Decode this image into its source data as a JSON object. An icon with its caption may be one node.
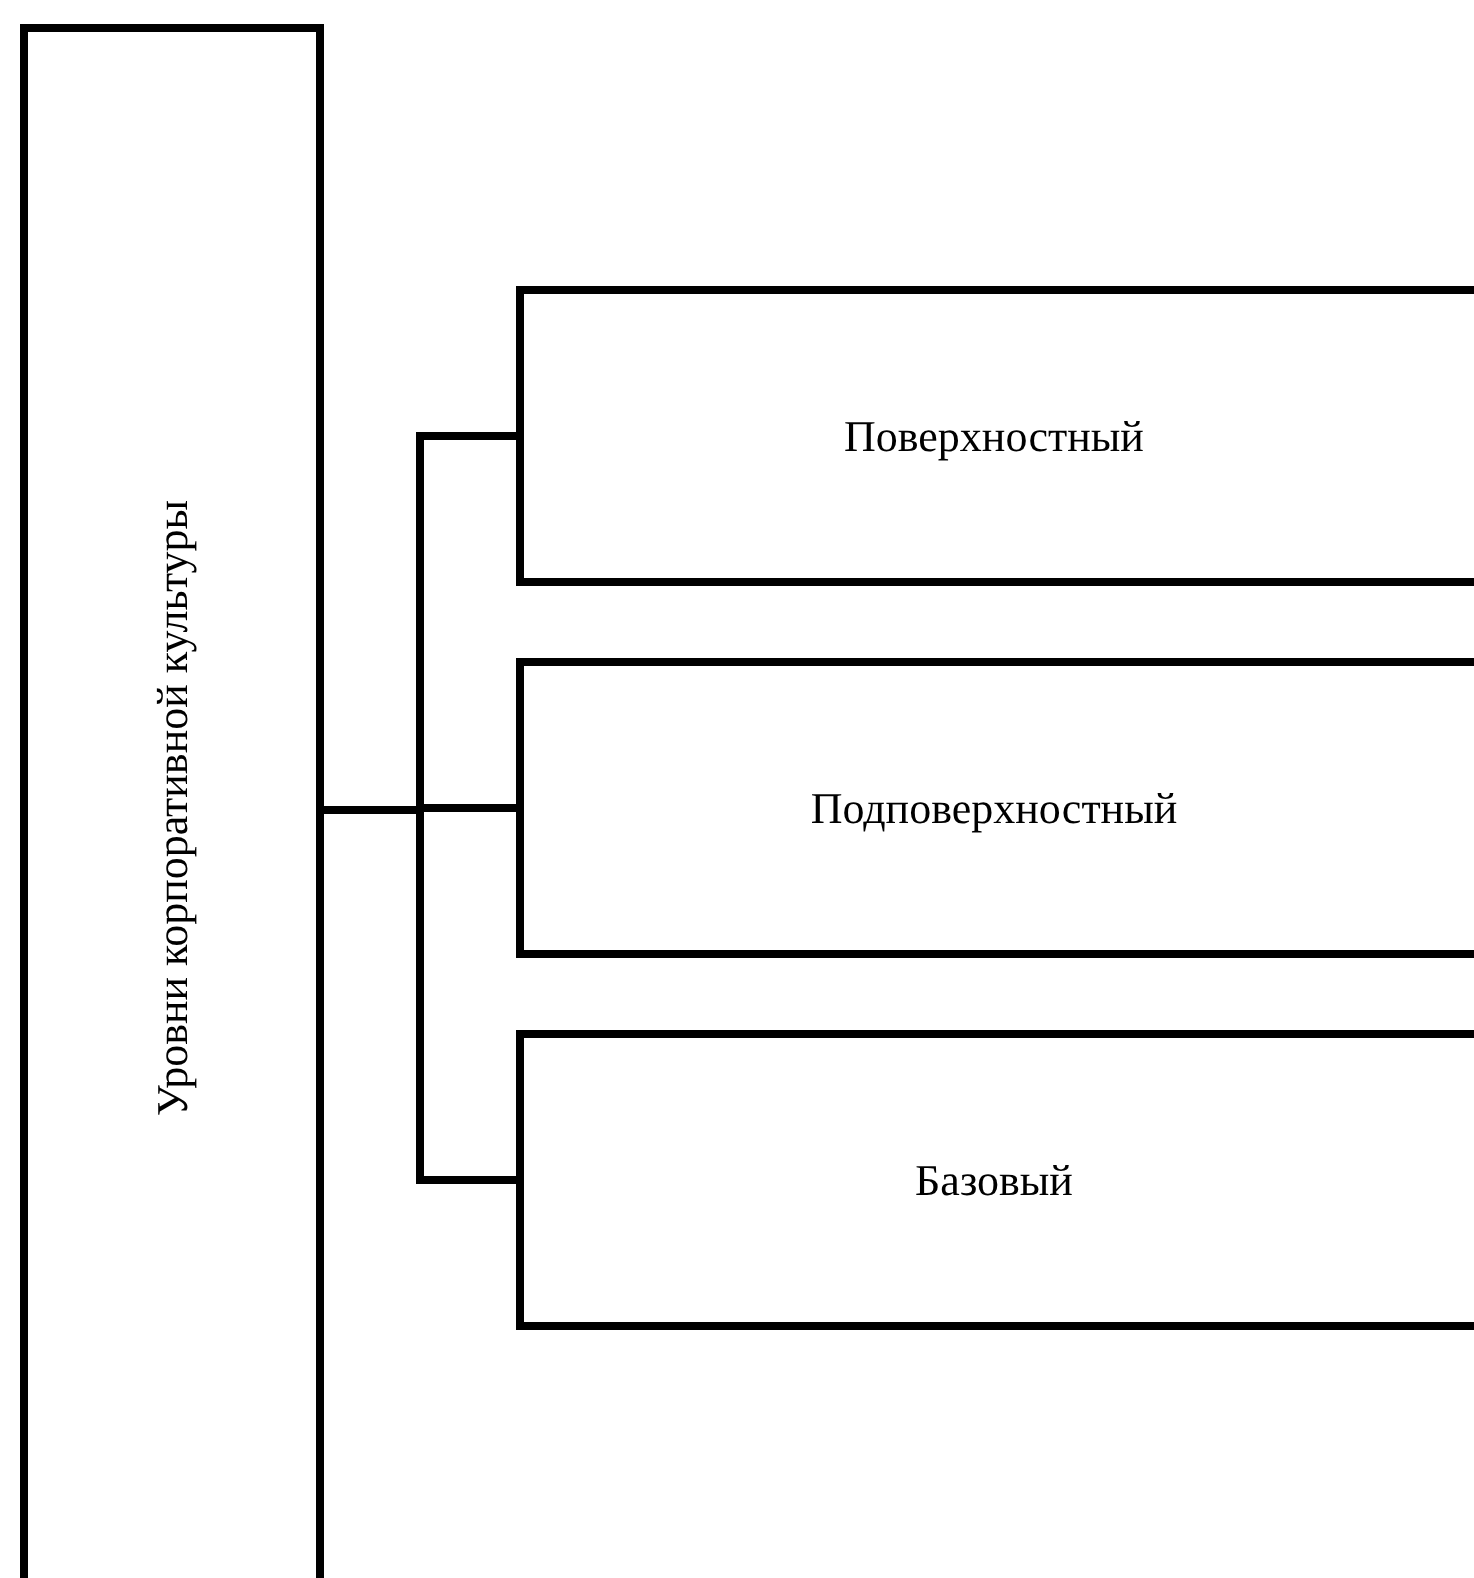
{
  "diagram": {
    "nodes": [
      {
        "text": [
          "Уровни корпоративной культуры"
        ]
      },
      {
        "text": [
          "Поверхностный"
        ]
      },
      {
        "text": [
          "Подповерхностный"
        ]
      },
      {
        "text": [
          "Базовый"
        ]
      }
    ],
    "edges": [
      {
        "from": 0,
        "to": 1,
        "arrow": "none"
      },
      {
        "from": 0,
        "to": 2,
        "arrow": "none"
      },
      {
        "from": 0,
        "to": 3,
        "arrow": "none"
      }
    ]
  }
}
